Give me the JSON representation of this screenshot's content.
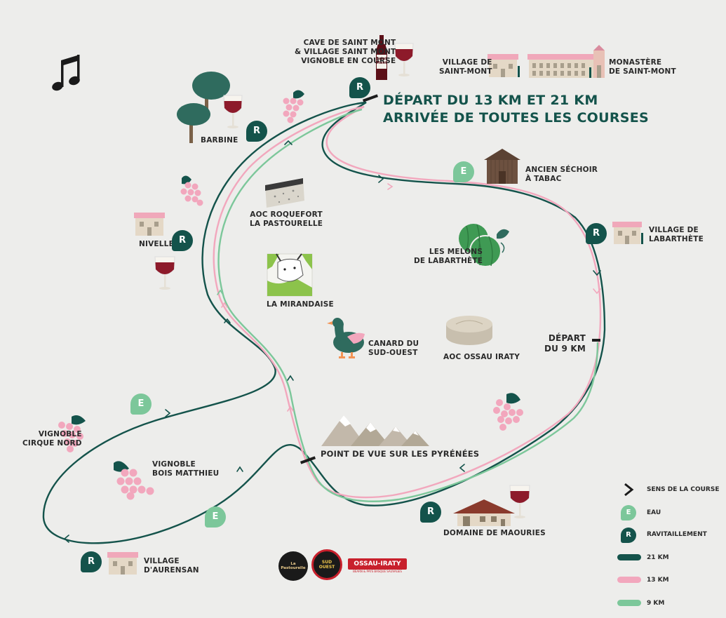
{
  "headline": {
    "line1": "DÉPART DU 13 KM ET  21 KM",
    "line2": "ARRIVÉE DE TOUTES LES COURSES"
  },
  "places": {
    "cave": [
      "CAVE DE SAINT MONT",
      "& VILLAGE SAINT MONT",
      "VIGNOBLE EN COURSE"
    ],
    "village_saint_mont": [
      "VILLAGE DE",
      "SAINT-MONT"
    ],
    "monastere": [
      "MONASTÈRE",
      "DE SAINT-MONT"
    ],
    "barbine": [
      "BARBINE"
    ],
    "ancien_sechoir": [
      "ANCIEN SÉCHOIR",
      "À TABAC"
    ],
    "roquefort": [
      "AOC ROQUEFORT",
      "LA PASTOURELLE"
    ],
    "village_labarthete": [
      "VILLAGE DE",
      "LABARTHÈTE"
    ],
    "nivelle": [
      "NIVELLE"
    ],
    "melons": [
      "LES MELONS",
      "DE LABARTHÈTE"
    ],
    "mirandaise": [
      "LA MIRANDAISE"
    ],
    "depart_9km": [
      "DÉPART",
      "DU 9 KM"
    ],
    "canard": [
      "CANARD DU",
      "SUD-OUEST"
    ],
    "ossau": [
      "AOC OSSAU IRATY"
    ],
    "vignoble_cirque": [
      "VIGNOBLE",
      "CIRQUE NORD"
    ],
    "pyrenees": [
      "POINT DE VUE SUR LES PYRÉNÉES"
    ],
    "vignoble_bois": [
      "VIGNOBLE",
      "BOIS MATTHIEU"
    ],
    "domaine": [
      "DOMAINE DE MAOURIES"
    ],
    "village_aurensan": [
      "VILLAGE",
      "D'AURENSAN"
    ]
  },
  "bottle_label": "Saint Mont",
  "stations": {
    "ravitaillement_letter": "R",
    "eau_letter": "E"
  },
  "legend": {
    "direction": "SENS DE LA COURSE",
    "eau": "EAU",
    "ravitaillement": "RAVITAILLEMENT",
    "km21": "21 KM",
    "km13": "13 KM",
    "km9": "9 KM"
  },
  "colors": {
    "route_21km": "#14534b",
    "route_13km": "#f2a7bd",
    "route_9km": "#7cc79a",
    "headline": "#14534b",
    "background": "#ededeb"
  },
  "logos": {
    "pastourelle": "La Pastourelle",
    "sud_ouest": "SUD OUEST",
    "ossau_iraty": "OSSAU-IRATY",
    "ossau_iraty_sub": "BÉARN & PAYS BASQUE SAUVAGES"
  },
  "icons": [
    "music-note-icon",
    "wine-bottle-icon",
    "wine-glass-icon",
    "tree-icon",
    "grapes-icon",
    "cheese-icon",
    "cow-icon",
    "melon-icon",
    "duck-icon",
    "mountain-icon",
    "barn-icon",
    "house-icon",
    "chevron-right-icon"
  ]
}
